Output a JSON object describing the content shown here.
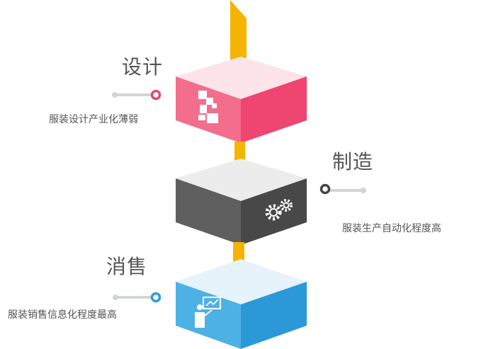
{
  "stages": [
    {
      "id": "design",
      "title": "设计",
      "description": "服装设计产业化薄弱",
      "icon": "puzzle-icon",
      "accent": "#e8456f",
      "top_color": "#fde3ea",
      "front_color": "#f36d8d",
      "side_color": "#ee4670"
    },
    {
      "id": "manufacturing",
      "title": "制造",
      "description": "服装生产自动化程度高",
      "icon": "gears-icon",
      "accent": "#444444",
      "top_color": "#ececec",
      "front_color": "#5f5f5f",
      "side_color": "#484848"
    },
    {
      "id": "sales",
      "title": "消售",
      "description": "服装销售信息化程度最高",
      "icon": "presenter-icon",
      "accent": "#2d9fd8",
      "top_color": "#e6f3fb",
      "front_color": "#4eb1e6",
      "side_color": "#2b98d8"
    }
  ],
  "colors": {
    "arrow": "#f5b400",
    "connector_line": "#cfd6d4"
  }
}
